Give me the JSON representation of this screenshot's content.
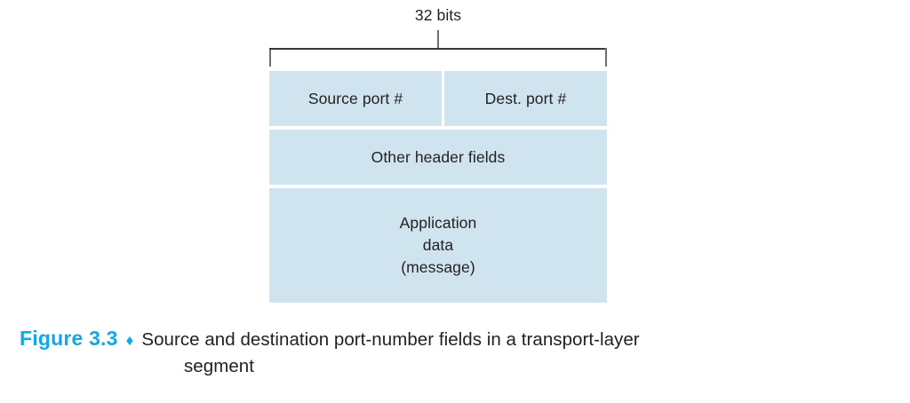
{
  "figure": {
    "width_annotation": {
      "label": "32 bits",
      "tick_icon": "vertical-tick-icon",
      "bracket_icon": "span-bracket-icon"
    },
    "segment": {
      "fill_color": "#cfe4ef",
      "text_color": "#231f20",
      "rows": [
        {
          "name": "port-fields",
          "cells": [
            {
              "label": "Source port #"
            },
            {
              "label": "Dest. port #"
            }
          ]
        },
        {
          "name": "other-header-fields",
          "cells": [
            {
              "label": "Other header fields"
            }
          ]
        },
        {
          "name": "application-data",
          "cells": [
            {
              "lines": [
                "Application",
                "data",
                "(message)"
              ]
            }
          ]
        }
      ]
    },
    "caption": {
      "number": "Figure 3.3",
      "separator": "♦",
      "number_color": "#12a8e8",
      "line1": "Source and destination port-number fields in a transport-layer",
      "line2": "segment"
    }
  }
}
